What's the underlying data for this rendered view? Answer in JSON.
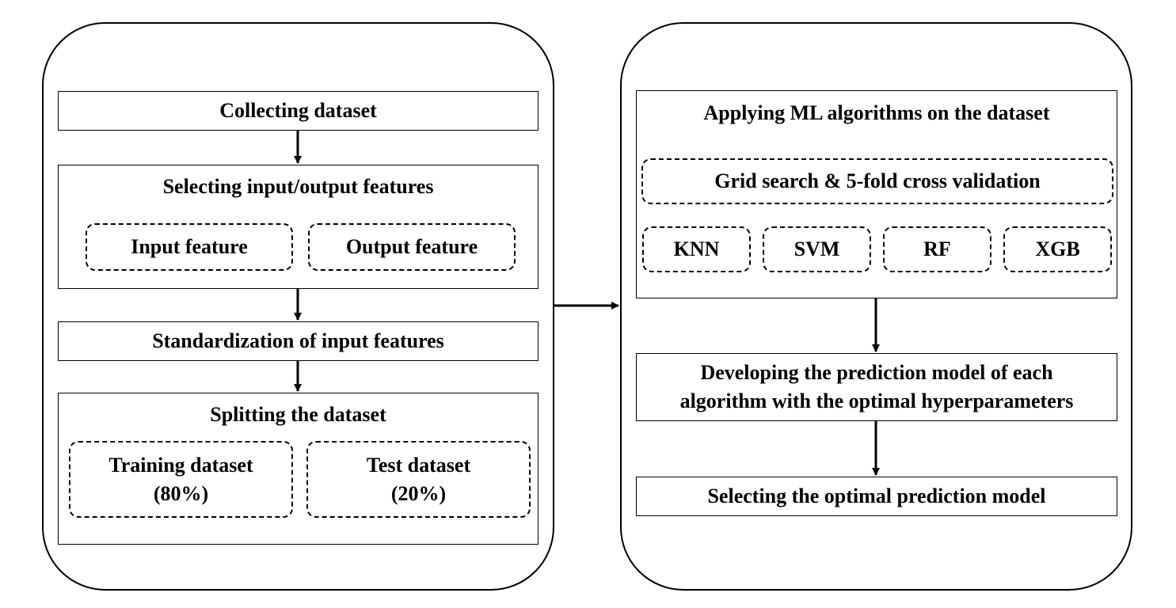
{
  "left_panel": {
    "collect": "Collecting dataset",
    "select": {
      "title": "Selecting input/output features",
      "input": "Input feature",
      "output": "Output feature"
    },
    "standardize": "Standardization of input features",
    "split": {
      "title": "Splitting the dataset",
      "train_line1": "Training dataset",
      "train_line2": "(80%)",
      "test_line1": "Test dataset",
      "test_line2": "(20%)"
    }
  },
  "right_panel": {
    "apply": {
      "title": "Applying ML algorithms on the dataset",
      "grid": "Grid search & 5-fold cross validation",
      "algorithms": [
        "KNN",
        "SVM",
        "RF",
        "XGB"
      ]
    },
    "develop_line1": "Developing the prediction model of each",
    "develop_line2": "algorithm with the optimal hyperparameters",
    "final": "Selecting the optimal prediction model"
  }
}
